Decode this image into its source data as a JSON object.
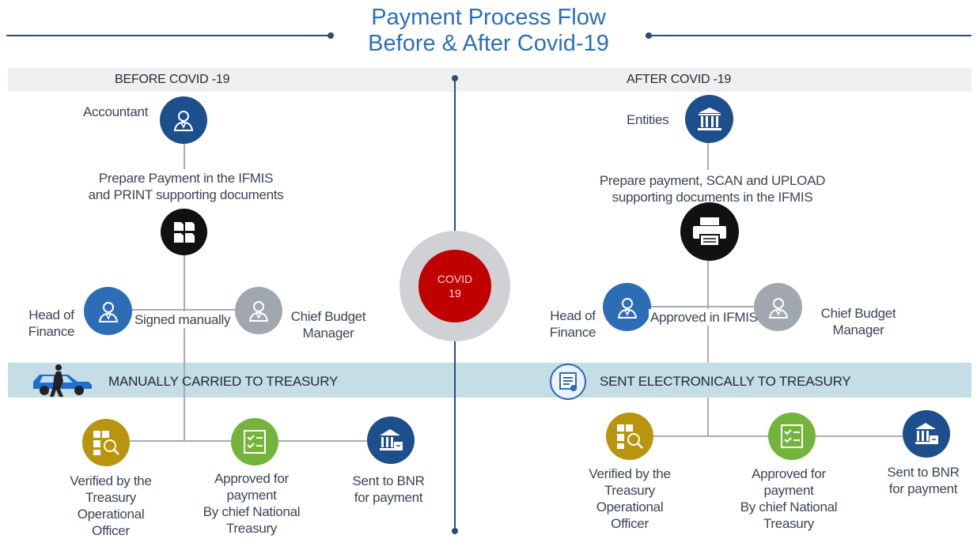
{
  "title": {
    "line1": "Payment Process Flow",
    "line2": "Before & After Covid-19"
  },
  "center": {
    "label": "COVID 19"
  },
  "before": {
    "header": "BEFORE COVID -19",
    "accountant": "Accountant",
    "prepare": [
      "Prepare Payment in the IFMIS",
      "and PRINT supporting documents"
    ],
    "head_finance": [
      "Head of",
      "Finance"
    ],
    "signed": "Signed manually",
    "chief_budget": [
      "Chief Budget",
      "Manager"
    ],
    "band": "MANUALLY CARRIED TO TREASURY",
    "verified": [
      "Verified by the",
      "Treasury",
      "Operational",
      "Officer"
    ],
    "approved": [
      "Approved for",
      "payment",
      "By chief National",
      "Treasury"
    ],
    "sent": [
      "Sent to BNR",
      "for payment"
    ]
  },
  "after": {
    "header": "AFTER COVID -19",
    "entities": "Entities",
    "prepare": [
      "Prepare payment, SCAN and UPLOAD",
      "supporting documents in the IFMIS"
    ],
    "head_finance": [
      "Head of",
      "Finance"
    ],
    "approved_ifmis": "Approved in IFMIS",
    "chief_budget": [
      "Chief Budget",
      "Manager"
    ],
    "band": "SENT ELECTRONICALLY TO TREASURY",
    "verified": [
      "Verified by the",
      "Treasury",
      "Operational",
      "Officer"
    ],
    "approved": [
      "Approved for",
      "payment",
      "By chief National",
      "Treasury"
    ],
    "sent": [
      "Sent to BNR",
      "for payment"
    ]
  },
  "icons": {
    "accountant": "person-icon",
    "documents": "documents-icon",
    "head_finance": "person-icon",
    "chief_budget": "person-icon",
    "car": "car-carrier-icon",
    "verify": "magnifier-document-icon",
    "approve": "checklist-icon",
    "bank": "bank-icon",
    "entities": "building-icon",
    "printer": "printer-icon",
    "electronic": "computer-document-icon"
  },
  "colors": {
    "title": "#2e6fb3",
    "navy": "#1d4f8c",
    "covid": "#c00000",
    "gold": "#b8940f",
    "green": "#74b43c",
    "gray": "#a1a7ae"
  }
}
